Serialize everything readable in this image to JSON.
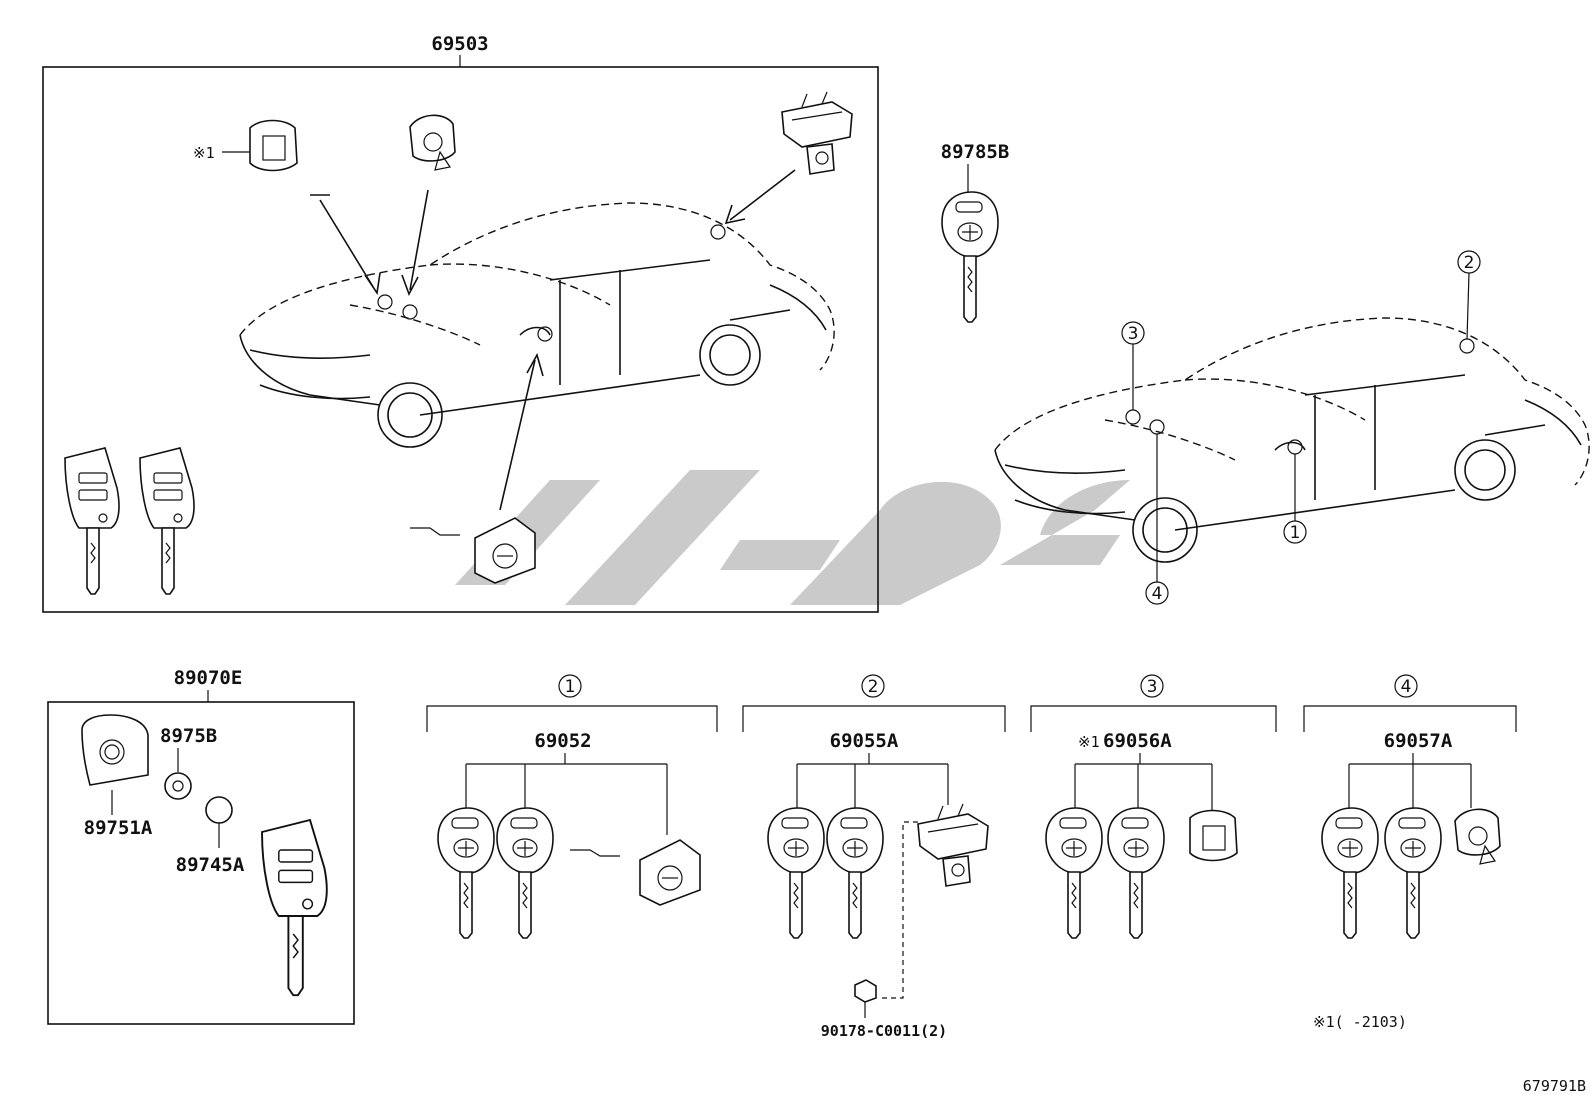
{
  "labels": {
    "box_main": "69503",
    "key_single": "89785B",
    "box_remote": "89070E",
    "remote_part_a": "8975B",
    "remote_part_b": "89751A",
    "remote_part_c": "89745A",
    "group1_part": "69052",
    "group2_part": "69055A",
    "group3_part": "69056A",
    "group4_part": "69057A",
    "bolt_part": "90178-C0011(2)",
    "note_mark": "※1",
    "footnote": "※1(    -2103)",
    "figure_id": "679791B"
  },
  "callouts": [
    "1",
    "2",
    "3",
    "4"
  ]
}
